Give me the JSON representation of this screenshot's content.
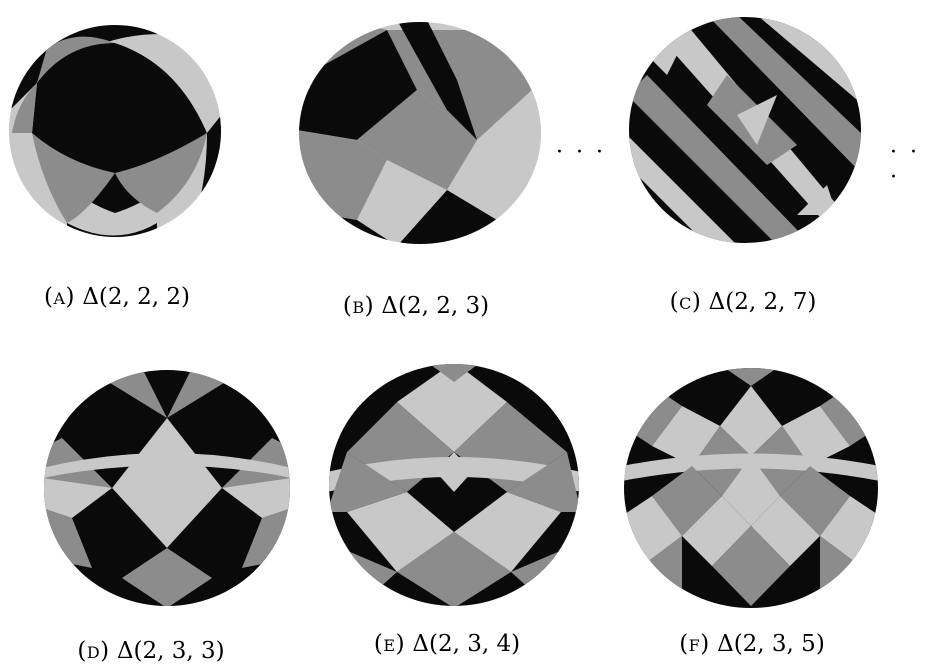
{
  "figures": [
    {
      "id": "a",
      "tag": "(a)",
      "label": "Δ(2, 2, 2)"
    },
    {
      "id": "b",
      "tag": "(b)",
      "label": "Δ(2, 2, 3)"
    },
    {
      "id": "c",
      "tag": "(c)",
      "label": "Δ(2, 2, 7)"
    },
    {
      "id": "d",
      "tag": "(d)",
      "label": "Δ(2, 3, 3)"
    },
    {
      "id": "e",
      "tag": "(e)",
      "label": "Δ(2, 3, 4)"
    },
    {
      "id": "f",
      "tag": "(f)",
      "label": "Δ(2, 3, 5)"
    }
  ],
  "ellipsis_1": "· · ·",
  "ellipsis_2": "· · ·",
  "colors": {
    "dark": "#0a0a0a",
    "mid": "#8c8c8c",
    "light": "#c8c8c8",
    "background": "#ffffff"
  }
}
